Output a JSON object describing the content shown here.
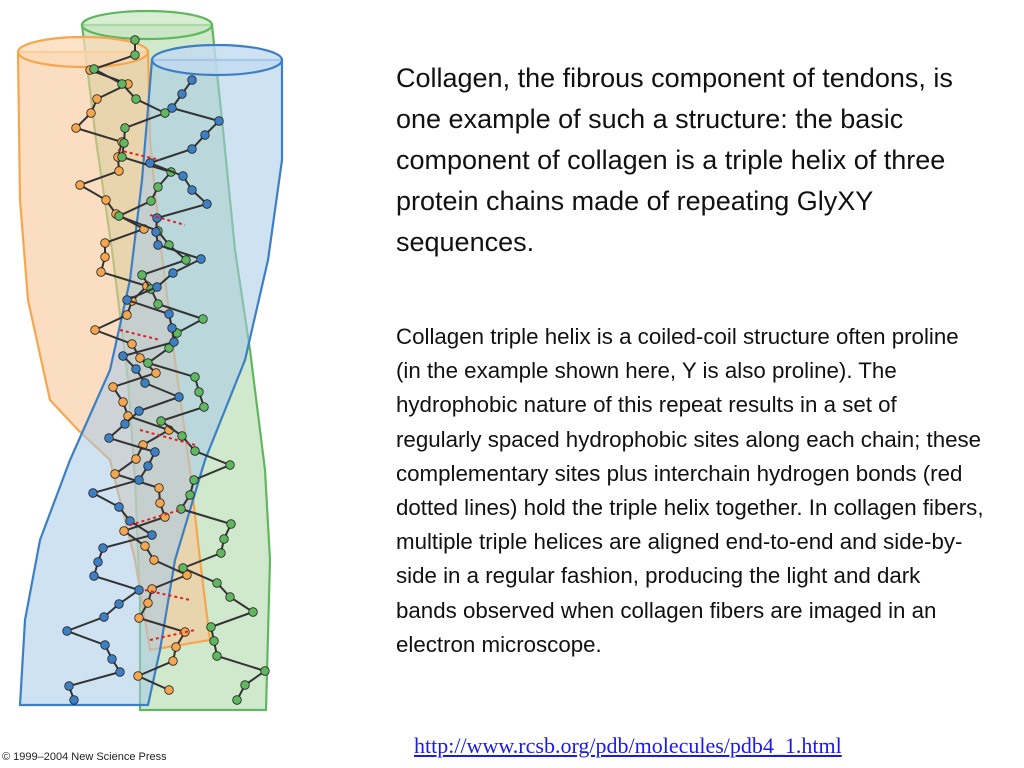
{
  "figure": {
    "copyright": "© 1999–2004 New Science Press",
    "tube_colors": {
      "orange": "#f6a64e",
      "green": "#5fb760",
      "blue": "#3d7fc4"
    }
  },
  "text": {
    "heading": "Collagen, the fibrous component of tendons, is one example of such a structure: the basic component of collagen is a triple helix of three protein chains made of repeating GlyXY sequences.",
    "body": "Collagen triple helix is a coiled-coil structure often proline (in the example shown here, Y is also proline). The hydrophobic nature of this repeat results in a set of regularly spaced hydrophobic sites along each chain; these complementary sites plus interchain hydrogen bonds (red dotted lines) hold the triple helix together. In collagen fibers, multiple triple helices are aligned end-to-end and side-by-side in a regular fashion, producing the light and dark bands observed when collagen fibers are imaged in an electron microscope."
  },
  "link": {
    "text": "http://www.rcsb.org/pdb/molecules/pdb4_1.html"
  }
}
